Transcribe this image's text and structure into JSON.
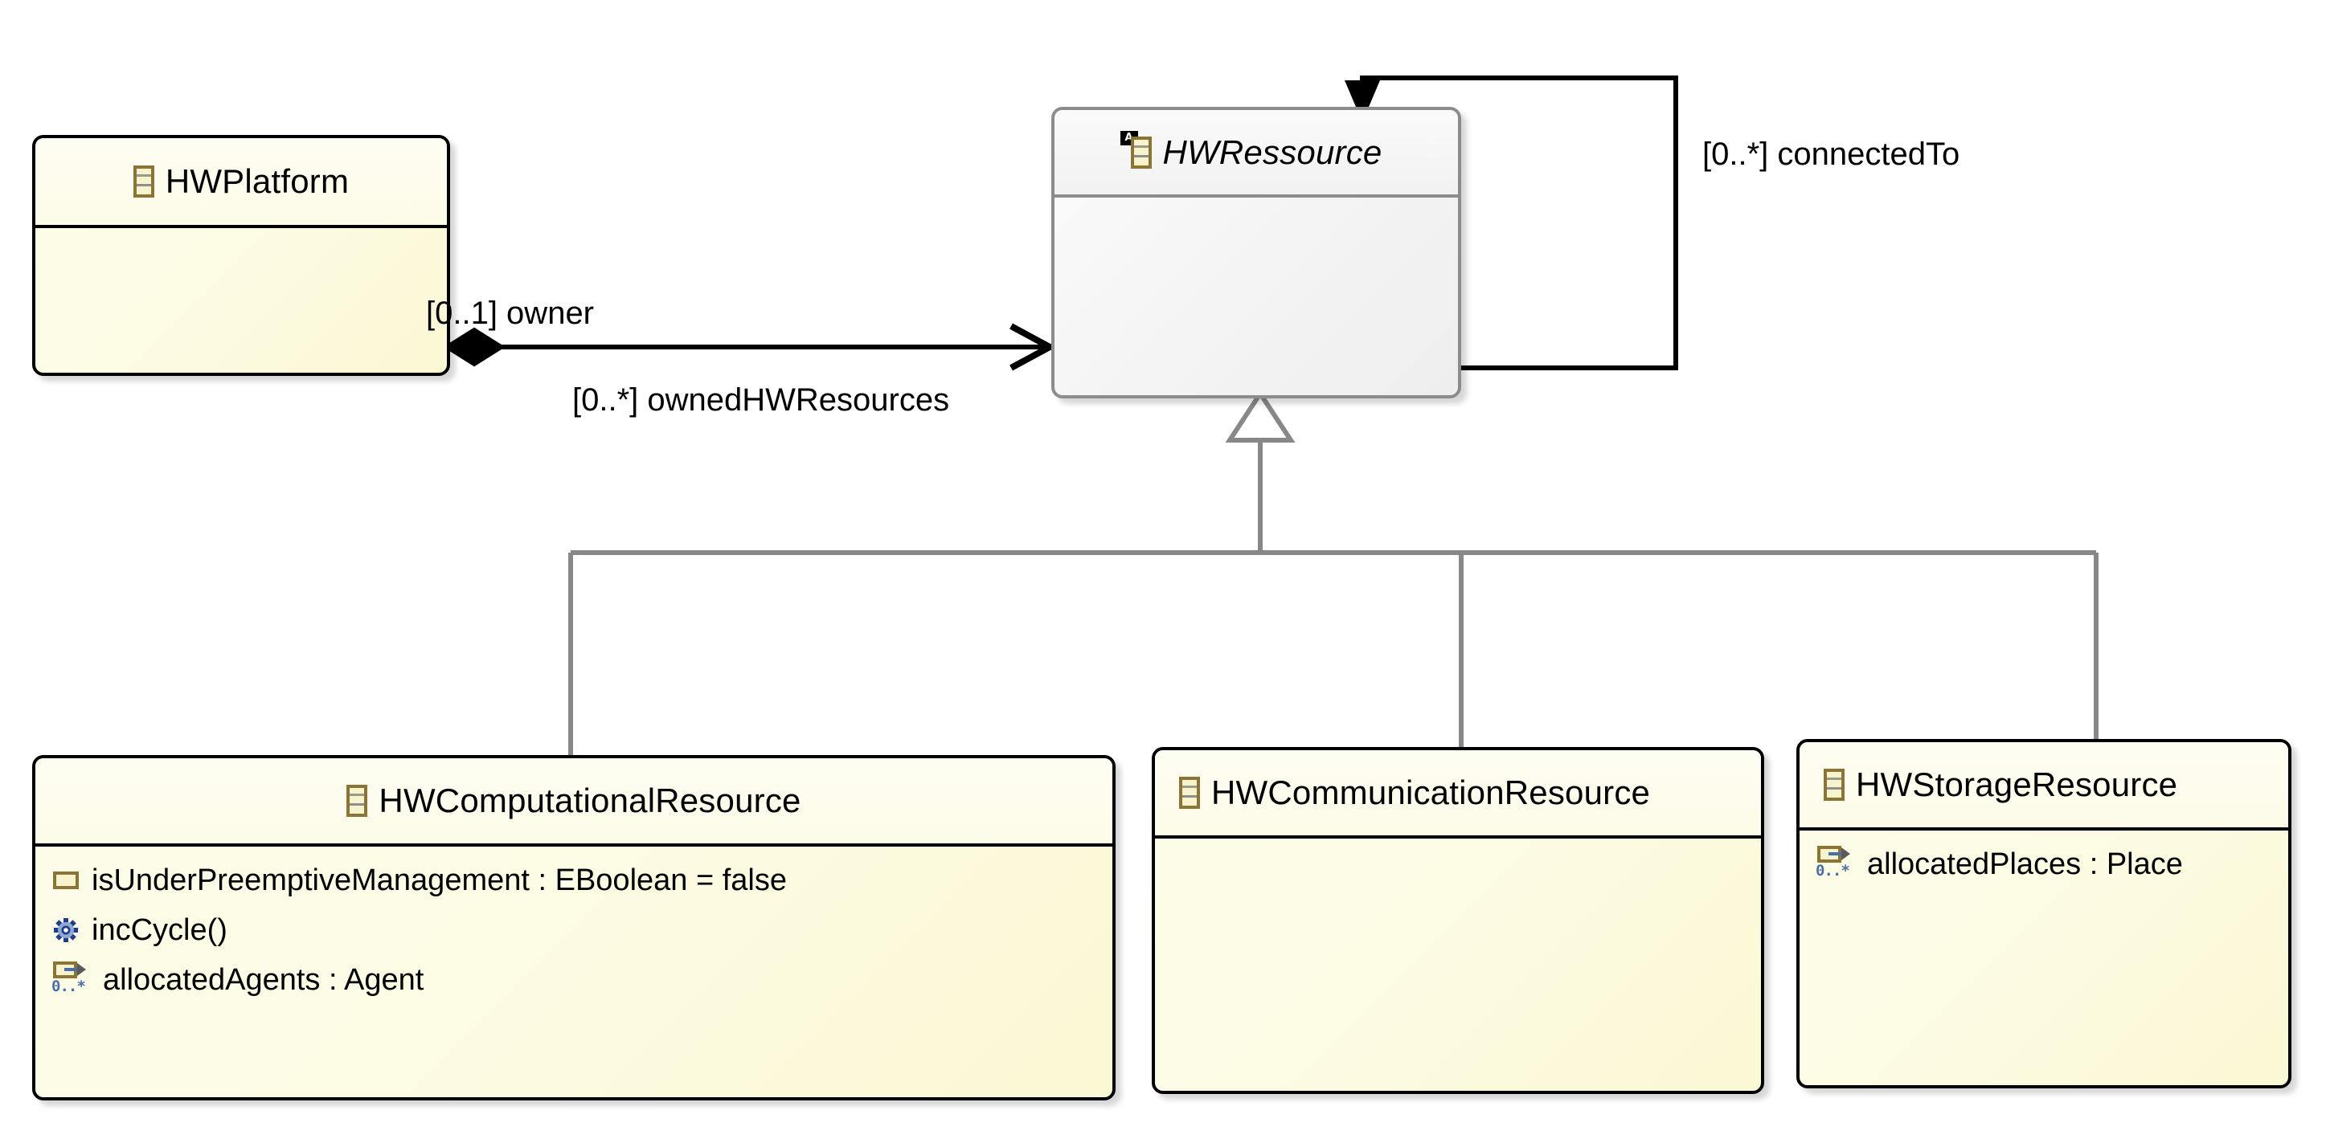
{
  "diagram": {
    "kind": "uml-class-diagram",
    "title": "HWPlatform hardware resource model"
  },
  "classes": {
    "hwplatform": {
      "name": "HWPlatform",
      "icon": "eclass-icon",
      "abstract": false,
      "style": "yellow",
      "members": []
    },
    "hwressource": {
      "name": "HWRessource",
      "icon": "eclass-icon",
      "abstract": true,
      "abstract_marker": "A",
      "style": "grey",
      "members": []
    },
    "hwcomputationalresource": {
      "name": "HWComputationalResource",
      "icon": "eclass-icon",
      "abstract": false,
      "style": "yellow",
      "members": [
        {
          "kind": "attribute",
          "icon": "eattribute-icon",
          "label": "isUnderPreemptiveManagement : EBoolean = false"
        },
        {
          "kind": "operation",
          "icon": "eoperation-icon",
          "label": "incCycle()"
        },
        {
          "kind": "reference",
          "icon": "ereference-icon",
          "label": "allocatedAgents : Agent",
          "multiplicity": "0..*"
        }
      ]
    },
    "hwcommunicationresource": {
      "name": "HWCommunicationResource",
      "icon": "eclass-icon",
      "abstract": false,
      "style": "yellow",
      "members": []
    },
    "hwstorageresource": {
      "name": "HWStorageResource",
      "icon": "eclass-icon",
      "abstract": false,
      "style": "yellow",
      "members": [
        {
          "kind": "reference",
          "icon": "ereference-icon",
          "label": "allocatedPlaces : Place",
          "multiplicity": "0..*"
        }
      ]
    }
  },
  "edges": {
    "ownership": {
      "type": "composition",
      "source": "HWPlatform",
      "target": "HWRessource",
      "source_end_label": "[0..1] owner",
      "target_end_label": "[0..*] ownedHWResources"
    },
    "self_loop": {
      "type": "association",
      "source": "HWRessource",
      "target": "HWRessource",
      "label": "[0..*] connectedTo"
    },
    "generalizations": {
      "type": "generalization",
      "parent": "HWRessource",
      "children": [
        "HWComputationalResource",
        "HWCommunicationResource",
        "HWStorageResource"
      ]
    }
  },
  "colors": {
    "class_fill": "#fdfce9",
    "class_border": "#000000",
    "selected_fill": "#f3f3f3",
    "selected_border": "#8c8c8c",
    "icon_olive": "#8a7436",
    "icon_cream": "#f7f4cd",
    "reference_blue": "#4a6fa5",
    "generalization_grey": "#888888",
    "edge_black": "#000000"
  }
}
